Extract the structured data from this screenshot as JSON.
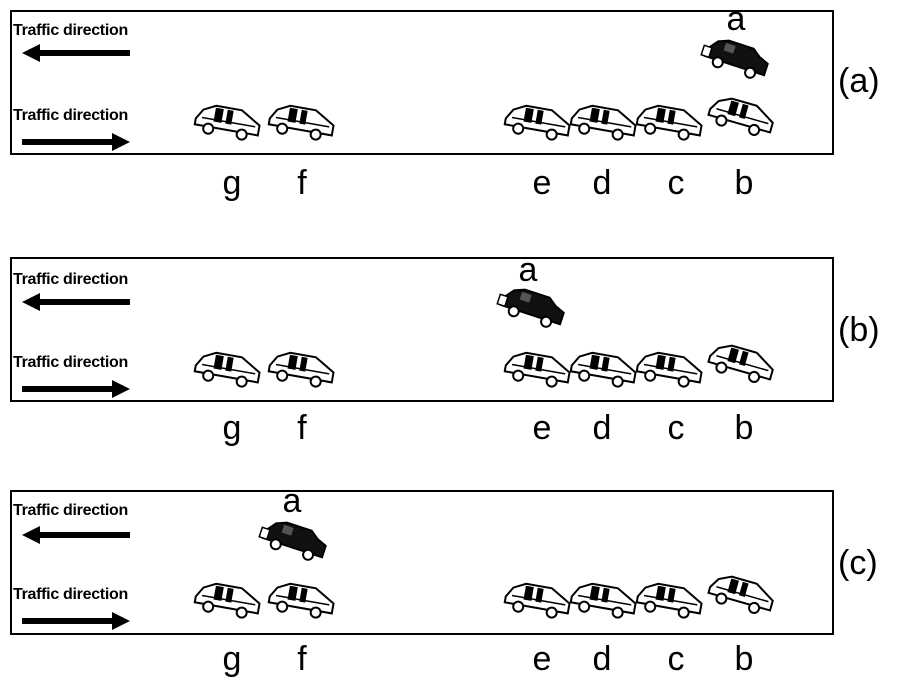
{
  "labels": {
    "traffic_direction": "Traffic direction"
  },
  "panels": [
    {
      "tag": "(a)",
      "moving_car": "a",
      "parked_cars": [
        "g",
        "f",
        "e",
        "d",
        "c",
        "b"
      ]
    },
    {
      "tag": "(b)",
      "moving_car": "a",
      "parked_cars": [
        "g",
        "f",
        "e",
        "d",
        "c",
        "b"
      ]
    },
    {
      "tag": "(c)",
      "moving_car": "a",
      "parked_cars": [
        "g",
        "f",
        "e",
        "d",
        "c",
        "b"
      ]
    }
  ]
}
